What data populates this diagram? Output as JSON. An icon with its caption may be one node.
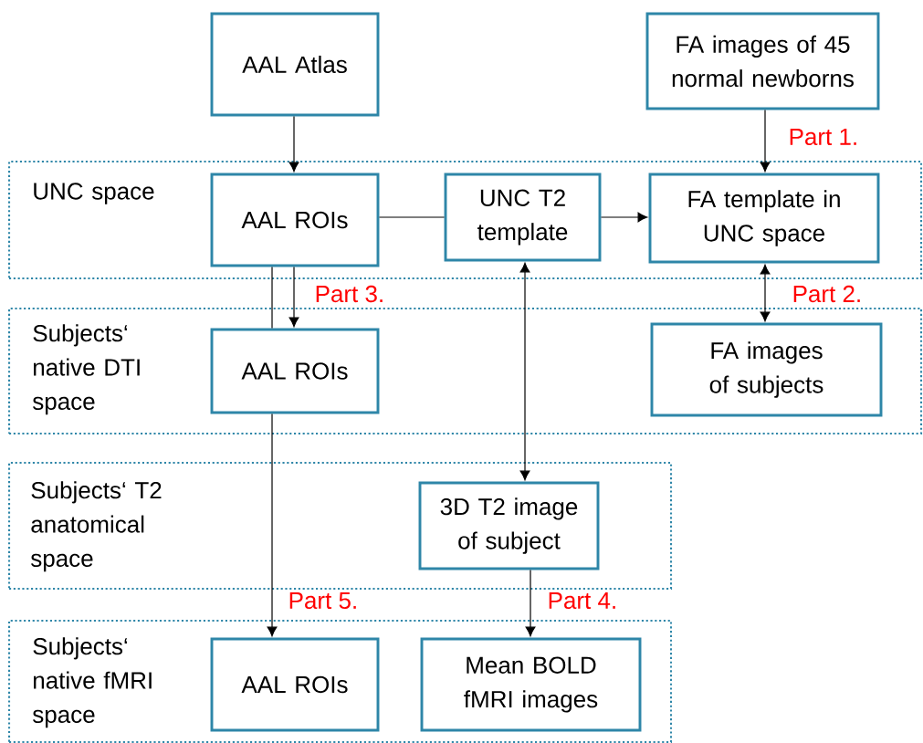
{
  "diagram": {
    "nodes": [
      {
        "text": [
          "AAL Atlas"
        ]
      },
      {
        "text": [
          "FA images of 45 normal newborns"
        ]
      },
      {
        "text": [
          "UNC space"
        ]
      },
      {
        "text": [
          "AAL ROIs"
        ],
        "in": 2
      },
      {
        "text": [
          "UNC T2 template"
        ],
        "in": 2
      },
      {
        "text": [
          "FA template in UNC space"
        ],
        "in": 2
      },
      {
        "text": [
          "Subjects‘ native DTI space"
        ]
      },
      {
        "text": [
          "AAL ROIs"
        ],
        "in": 6
      },
      {
        "text": [
          "FA images of subjects"
        ],
        "in": 6
      },
      {
        "text": [
          "Subjects‘ T2 anatomical space"
        ]
      },
      {
        "text": [
          "3D T2 image of subject"
        ],
        "in": 9
      },
      {
        "text": [
          "Subjects‘ native fMRI space"
        ]
      },
      {
        "text": [
          "AAL ROIs"
        ],
        "in": 11
      },
      {
        "text": [
          "Mean BOLD fMRI images"
        ],
        "in": 11
      }
    ],
    "edges": [
      {
        "from": 0,
        "to": 3,
        "arrow": "to"
      },
      {
        "from": 1,
        "to": 5,
        "arrow": "to",
        "label": "Part 1."
      },
      {
        "from": 3,
        "to": 4,
        "arrow": "none"
      },
      {
        "from": 4,
        "to": 5,
        "arrow": "to"
      },
      {
        "from": 5,
        "to": 8,
        "arrow": "both",
        "label": "Part 2."
      },
      {
        "from": 3,
        "to": 7,
        "arrow": "to",
        "label": "Part 3."
      },
      {
        "from": 3,
        "to": 7,
        "arrow": "none"
      },
      {
        "from": 7,
        "to": 12,
        "arrow": "to",
        "label": "Part 5."
      },
      {
        "from": 4,
        "to": 10,
        "arrow": "both"
      },
      {
        "from": 10,
        "to": 13,
        "arrow": "to",
        "label": "Part 4."
      }
    ]
  }
}
